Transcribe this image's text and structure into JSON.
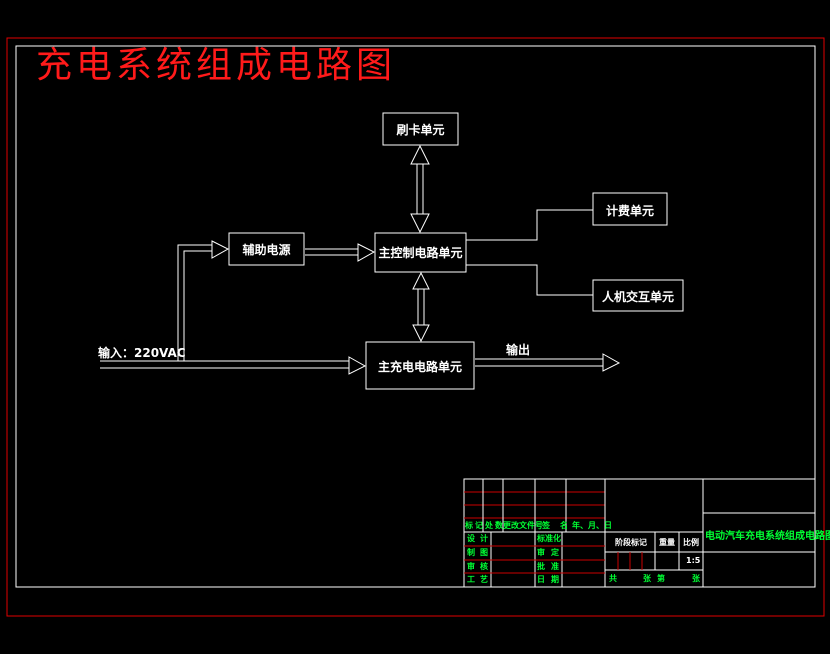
{
  "title": "充电系统组成电路图",
  "blocks": {
    "card": "刷卡单元",
    "aux_power": "辅助电源",
    "main_control": "主控制电路单元",
    "billing": "计费单元",
    "hmi": "人机交互单元",
    "main_charge": "主充电电路单元"
  },
  "labels": {
    "input": "输入：220VAC",
    "output": "输出"
  },
  "title_block": {
    "drawing_title": "电动汽车充电系统组成电路图",
    "header_row": [
      "标",
      "记",
      "处",
      "数",
      "更改文件号",
      "签",
      "名",
      "年、月、日"
    ],
    "left_col": [
      "设",
      "计",
      "制",
      "图",
      "审",
      "核",
      "工",
      "艺"
    ],
    "mid_col": [
      "标准化",
      "审",
      "定",
      "批",
      "准",
      "日",
      "期"
    ],
    "stage_mark": "阶段标记",
    "weight": "重量",
    "scale": "比例",
    "scale_value": "1:5",
    "sheets": [
      "共",
      "张",
      "第",
      "张"
    ]
  }
}
